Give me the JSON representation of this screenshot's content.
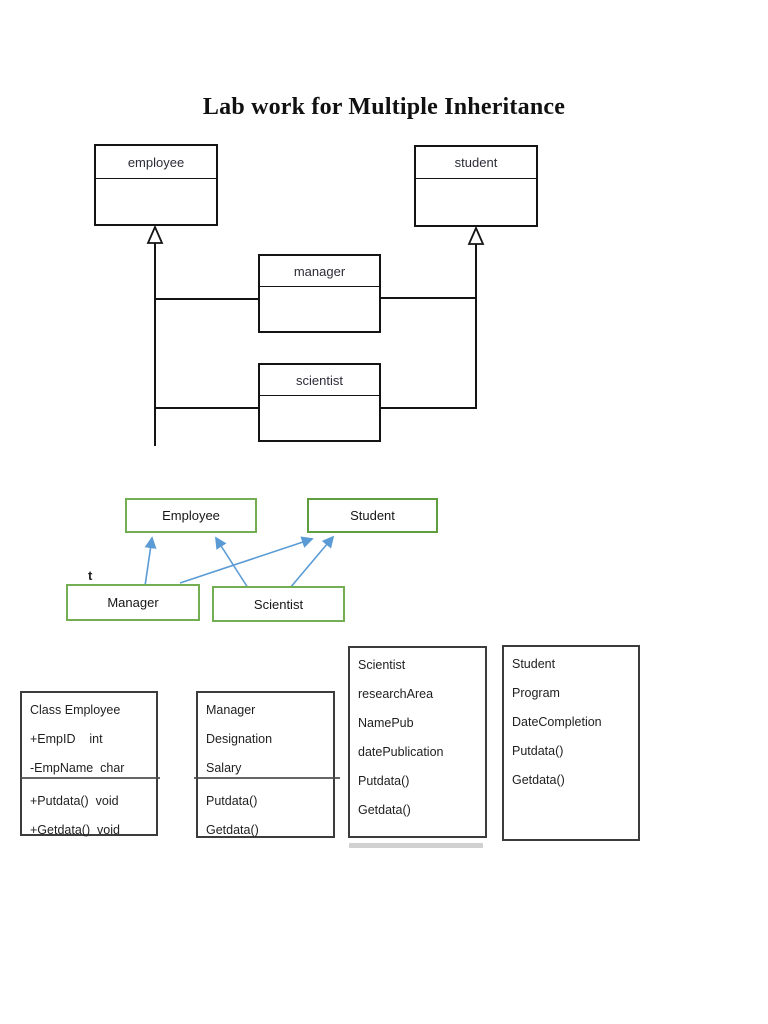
{
  "page_title": "Lab work for Multiple Inheritance",
  "colors": {
    "sketch_line": "#141414",
    "green_border": "#74ae53",
    "blue_arrow": "#5b9bd5"
  },
  "sketch": {
    "employee": "employee",
    "student": "student",
    "manager": "manager",
    "scientist": "scientist"
  },
  "green": {
    "employee": "Employee",
    "student": "Student",
    "manager": "Manager",
    "scientist": "Scientist",
    "stray_mark": "t"
  },
  "cards": {
    "employee": {
      "rows": [
        "Class Employee",
        "+EmpID    int",
        "-EmpName  char",
        "+Putdata()  void",
        "+Getdata()  void"
      ]
    },
    "manager": {
      "rows": [
        "Manager",
        "Designation",
        "Salary",
        "Putdata()",
        "Getdata()"
      ]
    },
    "scientist": {
      "rows": [
        "Scientist",
        "researchArea",
        "NamePub",
        "datePublication",
        "Putdata()",
        "Getdata()"
      ]
    },
    "student": {
      "rows": [
        "Student",
        "Program",
        "DateCompletion",
        "Putdata()",
        "Getdata()"
      ]
    }
  }
}
